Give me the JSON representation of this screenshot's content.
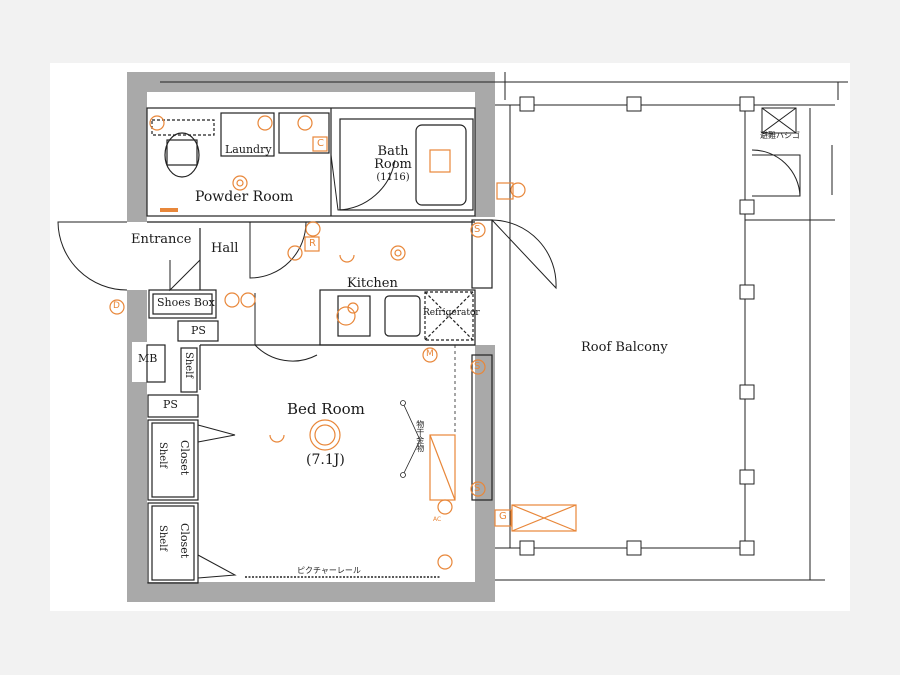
{
  "rooms": {
    "powder_room": "Powder Room",
    "laundry": "Laundry",
    "bath_line1": "Bath",
    "bath_line2": "Room",
    "bath_size": "(1116)",
    "entrance": "Entrance",
    "hall": "Hall",
    "kitchen": "Kitchen",
    "refrigerator": "Refrigerator",
    "shoes_box": "Shoes Box",
    "ps_upper": "PS",
    "ps_lower": "PS",
    "mb": "MB",
    "shelf_side": "Shelf",
    "shelf_closet_1a": "Shelf",
    "shelf_closet_1b": "Closet",
    "shelf_closet_2a": "Shelf",
    "shelf_closet_2b": "Closet",
    "bed_room": "Bed Room",
    "bed_size": "(7.1J)",
    "roof_balcony": "Roof Balcony"
  },
  "notes": {
    "picture_rail": "ピクチャーレール",
    "escape_ladder": "避難ハシゴ",
    "hanger": "物干金物"
  },
  "symbols": {
    "s1": "S",
    "s2": "S",
    "s3": "S",
    "r": "R",
    "c": "C",
    "g": "G",
    "m": "M",
    "d": "D",
    "ac": "AC"
  },
  "colors": {
    "wall": "#a9a9a9",
    "line": "#222222",
    "symbol": "#e8873a",
    "background": "#ffffff"
  }
}
